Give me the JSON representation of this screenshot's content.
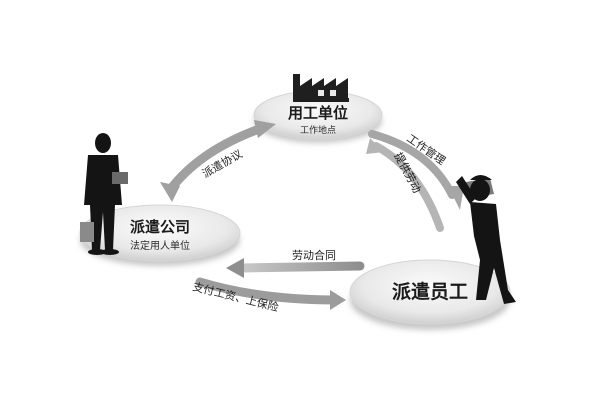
{
  "nodes": {
    "employer": {
      "title": "用工单位",
      "subtitle": "工作地点"
    },
    "agency": {
      "title": "派遣公司",
      "subtitle": "法定用人单位"
    },
    "worker": {
      "title": "派遣员工"
    }
  },
  "flows": {
    "dispatch_agreement": "派遣协议",
    "work_management": "工作管理",
    "provide_labor": "提供劳动",
    "labor_contract": "劳动合同",
    "pay_wages": "支付工资、上保险"
  },
  "icons": [
    "factory-icon",
    "businessman-icon",
    "worker-icon"
  ],
  "colors": {
    "disc_fill": "#e4e4e4",
    "arrow": "#9a9a9a",
    "text": "#1b1b1b"
  }
}
